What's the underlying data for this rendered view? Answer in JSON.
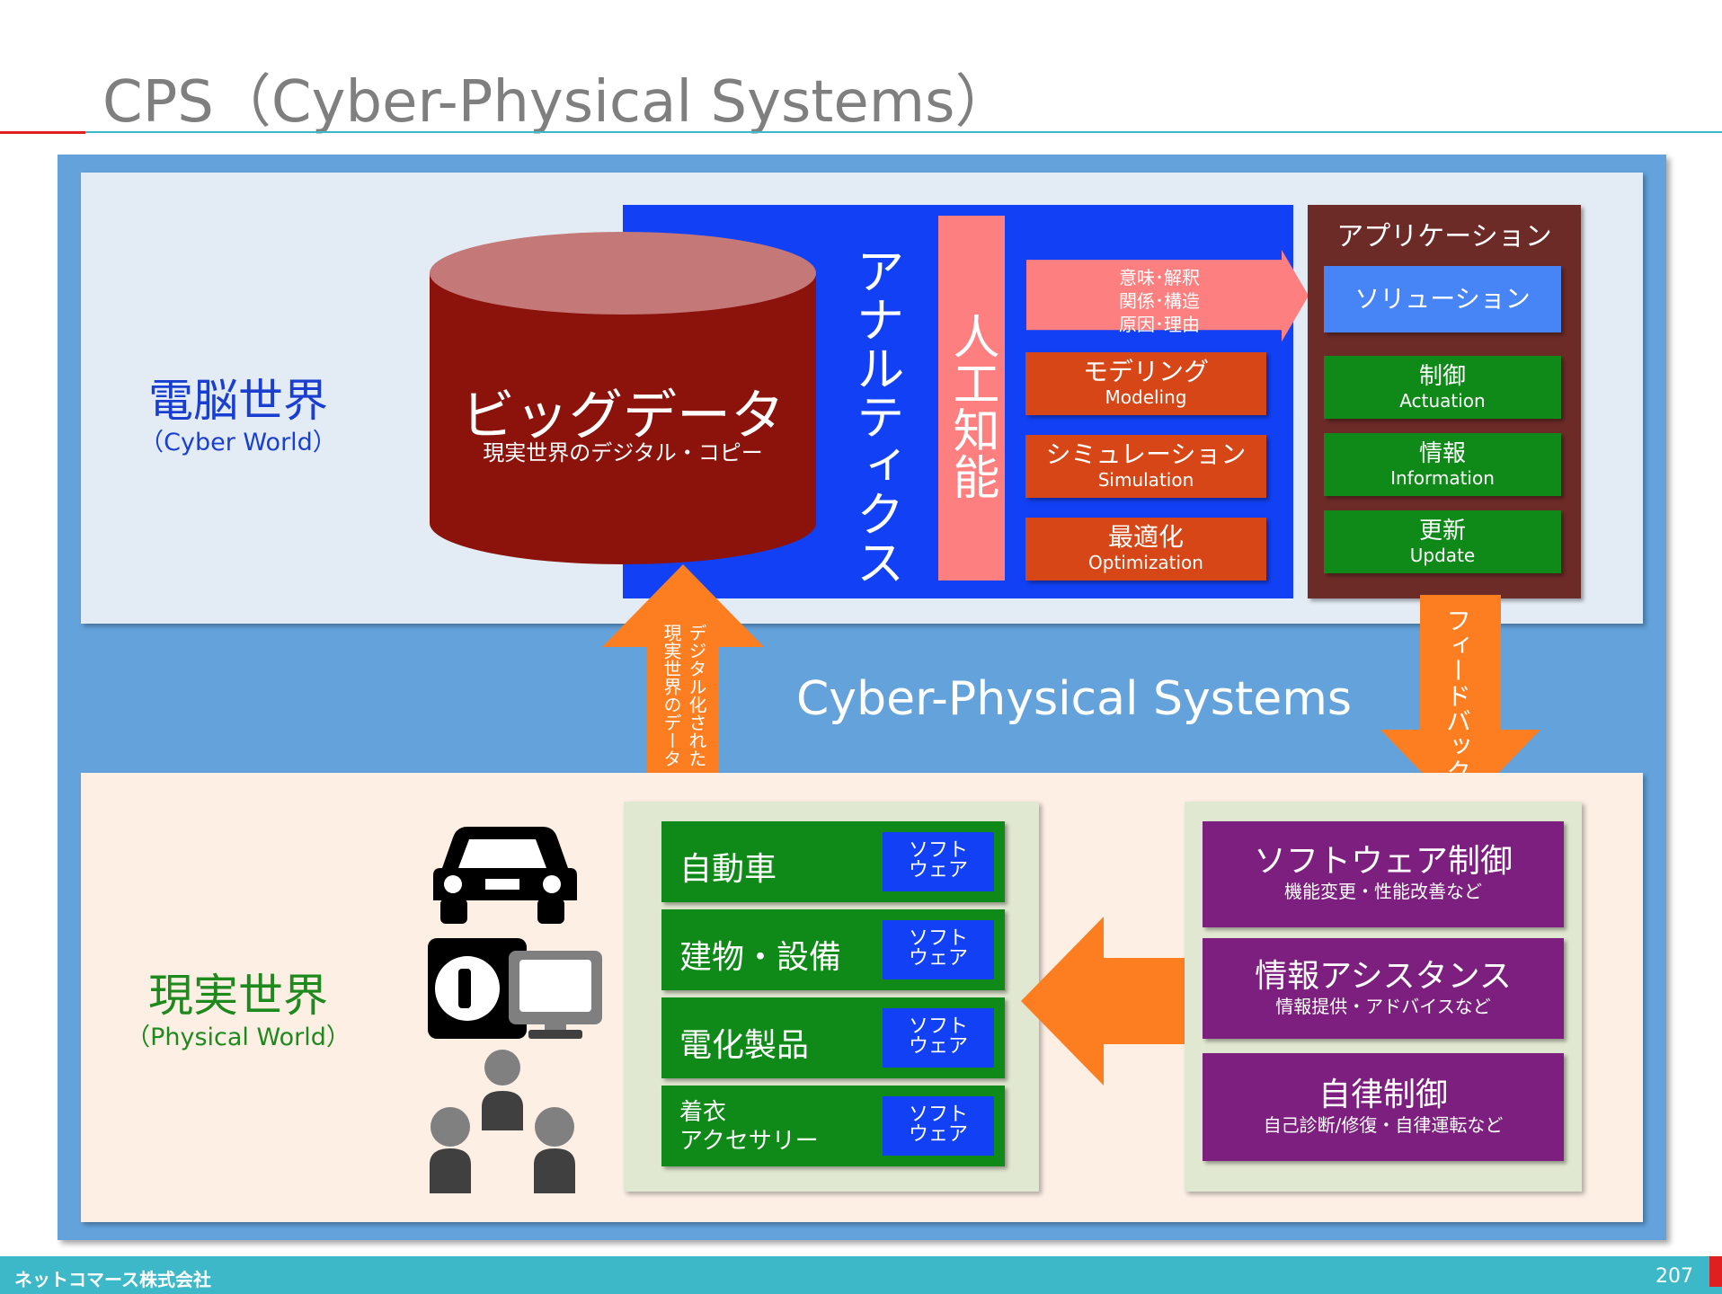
{
  "title": "CPS（Cyber-Physical Systems）",
  "cyber_world": {
    "title": "電脳世界",
    "subtitle": "（Cyber World）",
    "color": "#1a3fd0"
  },
  "physical_world": {
    "title": "現実世界",
    "subtitle": "（Physical World）",
    "color": "#1e8a1e"
  },
  "big_data": {
    "title": "ビッグデータ",
    "subtitle": "現実世界のデジタル・コピー"
  },
  "analytics": {
    "label": "アナルティクス"
  },
  "ai": {
    "label": "人工知能"
  },
  "meaning_arrow": {
    "lines": [
      "意味･解釈",
      "関係･構造",
      "原因･理由"
    ]
  },
  "methods": [
    {
      "jp": "モデリング",
      "en": "Modeling"
    },
    {
      "jp": "シミュレーション",
      "en": "Simulation"
    },
    {
      "jp": "最適化",
      "en": "Optimization"
    }
  ],
  "application": {
    "header": "アプリケーション",
    "solution": "ソリューション",
    "items": [
      {
        "jp": "制御",
        "en": "Actuation"
      },
      {
        "jp": "情報",
        "en": "Information"
      },
      {
        "jp": "更新",
        "en": "Update"
      }
    ]
  },
  "up_arrow_text": [
    "デジタル化された",
    "現実世界のデータ"
  ],
  "feedback_text": "フィードバック",
  "cps_label": "Cyber-Physical Systems",
  "devices": [
    {
      "label": "自動車",
      "badge": [
        "ソフト",
        "ウェア"
      ]
    },
    {
      "label": "建物・設備",
      "badge": [
        "ソフト",
        "ウェア"
      ]
    },
    {
      "label": "電化製品",
      "badge": [
        "ソフト",
        "ウェア"
      ]
    },
    {
      "label": [
        "着衣",
        "アクセサリー"
      ],
      "badge": [
        "ソフト",
        "ウェア"
      ]
    }
  ],
  "controls": [
    {
      "title": "ソフトウェア制御",
      "sub": "機能変更・性能改善など"
    },
    {
      "title": "情報アシスタンス",
      "sub": "情報提供・アドバイスなど"
    },
    {
      "title": "自律制御",
      "sub": "自己診断/修復・自律運転など"
    }
  ],
  "footer": {
    "company": "ネットコマース株式会社",
    "page": "207"
  }
}
